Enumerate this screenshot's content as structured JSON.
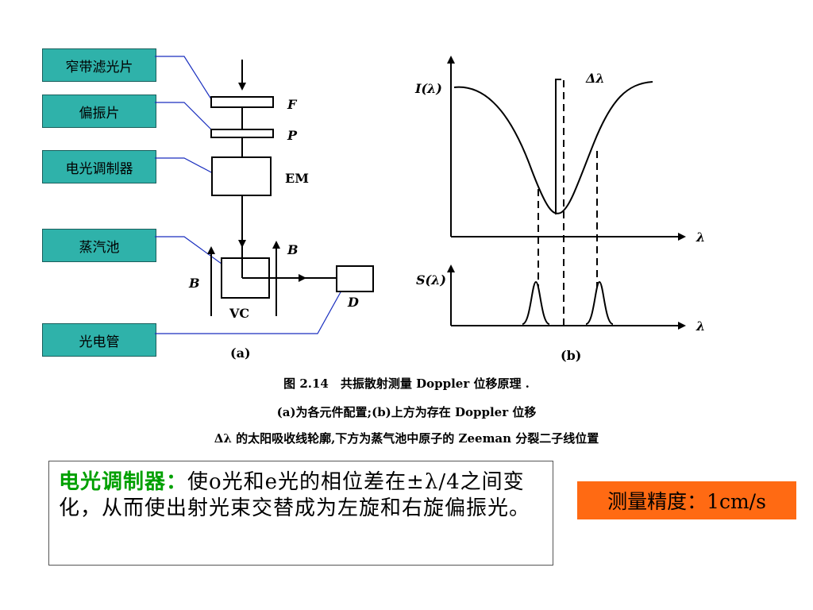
{
  "labels": {
    "filter": "窄带滤光片",
    "polarizer": "偏振片",
    "modulator": "电光调制器",
    "vapor_cell": "蒸汽池",
    "phototube": "光电管"
  },
  "diagram_a": {
    "F": "F",
    "P": "P",
    "EM": "EM",
    "B_left": "B",
    "B_right": "B",
    "VC": "VC",
    "D": "D",
    "panel": "(a)"
  },
  "diagram_b": {
    "I_axis": "I(λ)",
    "S_axis": "S(λ)",
    "lambda_top": "λ",
    "lambda_bottom": "λ",
    "delta_lambda": "Δλ",
    "panel": "(b)"
  },
  "caption": {
    "line1": "图 2.14　共振散射测量 Doppler 位移原理 .",
    "line2": "(a)为各元件配置;(b)上方为存在 Doppler 位移",
    "line3": "Δλ 的太阳吸收线轮廓,下方为蒸气池中原子的 Zeeman 分裂二子线位置"
  },
  "description": {
    "term": "电光调制器：",
    "text": "使o光和e光的相位差在±λ/4之间变化，从而使出射光束交替成为左旋和右旋偏振光。"
  },
  "precision": "测量精度：1cm/s",
  "colors": {
    "label_bg": "#2fb2aa",
    "term_green": "#00a000",
    "precision_bg": "#ff6a13",
    "connector_blue": "#1a2fbf"
  }
}
